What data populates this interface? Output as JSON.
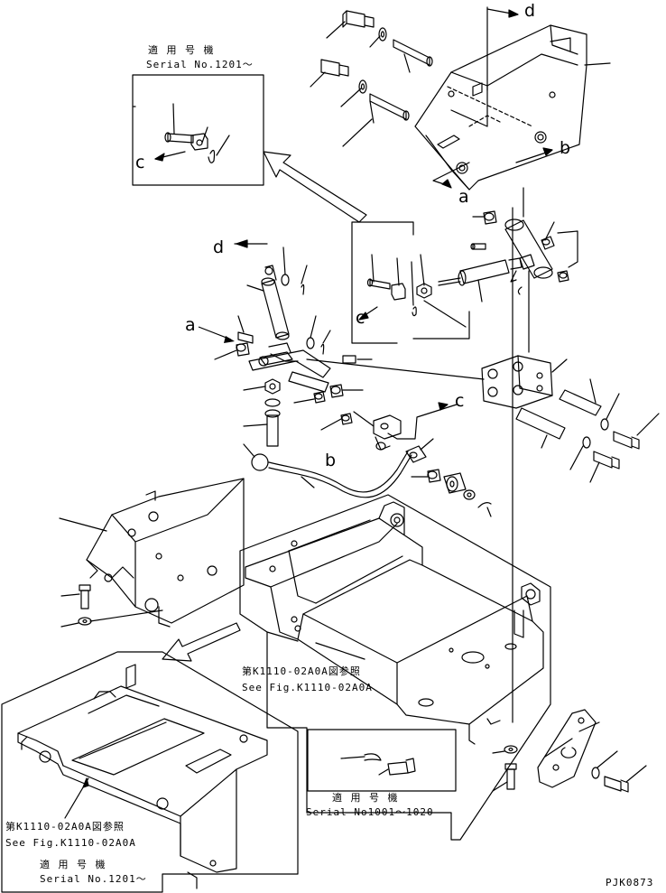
{
  "inset_top_left": {
    "line1": "適 用 号 機",
    "line2": "Serial No.1201～"
  },
  "inset_bottom_left": {
    "ref_jp": "第K1110-02A0A図参照",
    "ref_en": "See Fig.K1110-02A0A",
    "line1": "適 用 号 機",
    "line2": "Serial No.1201～"
  },
  "inset_bottom_center": {
    "line1": "適 用 号 機",
    "line2": "Serial No1001～1020"
  },
  "center_ref": {
    "ref_jp": "第K1110-02A0A図参照",
    "ref_en": "See Fig.K1110-02A0A"
  },
  "callouts": {
    "a1": "a",
    "a2": "a",
    "b1": "b",
    "b2": "b",
    "c1": "c",
    "c2": "c",
    "c3": "c",
    "d1": "d",
    "d2": "d"
  },
  "drawing_code": "PJK0873"
}
